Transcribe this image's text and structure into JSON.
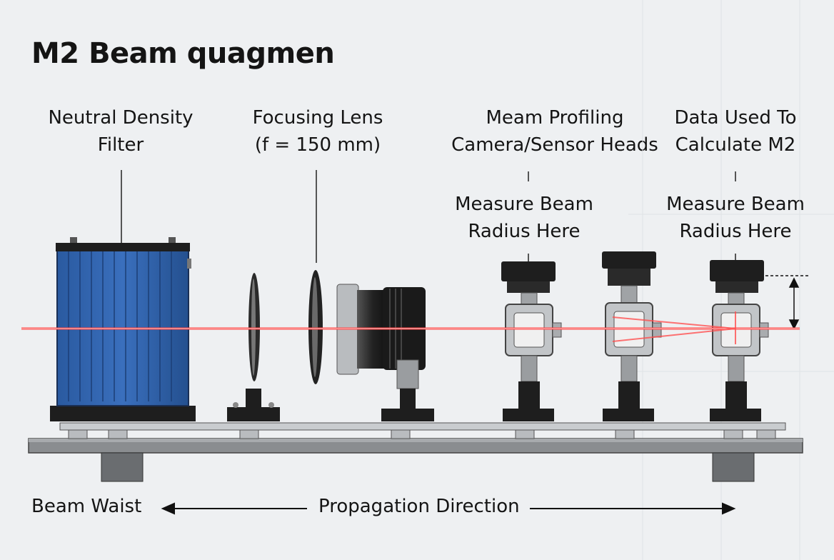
{
  "title": "M2 Beam quagmen",
  "labels": {
    "nd_filter": [
      "Neutral Density",
      "Filter"
    ],
    "focusing_lens": [
      "Focusing Lens",
      "(f = 150 mm)"
    ],
    "profiling": [
      "Meam Profiling",
      "Camera/Sensor Heads"
    ],
    "data_used": [
      "Data Used To",
      "Calculate M2"
    ],
    "measure_1": [
      "Measure Beam",
      "Radius Here"
    ],
    "measure_2": [
      "Measure Beam",
      "Radius Here"
    ]
  },
  "bottom": {
    "beam_waist": "Beam Waist",
    "propagation": "Propagation Direction"
  },
  "colors": {
    "beam": "#ff3b3b",
    "filter_body": "#2f62a8",
    "hardware_dark": "#1e1e1e",
    "rail": "#8a8d90"
  }
}
